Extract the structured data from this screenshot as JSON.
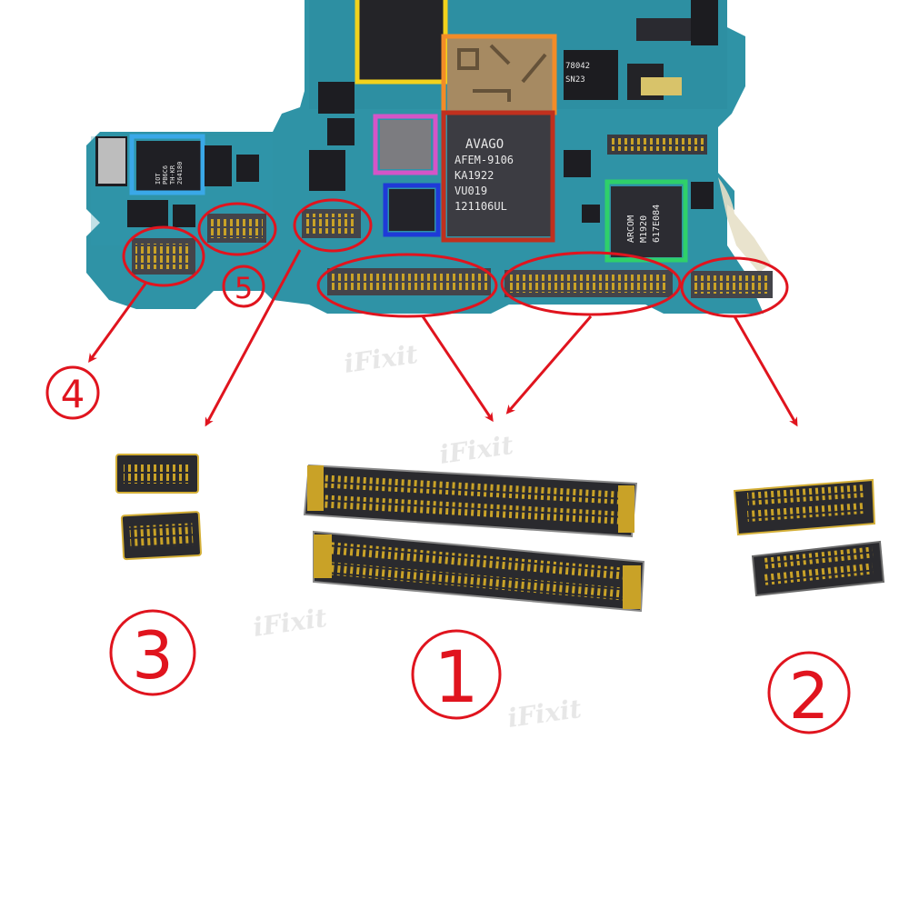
{
  "image": {
    "subject": "smartphone-logic-board-connectors",
    "colors": {
      "board": "#2f93a6",
      "annotation": "#e0141e",
      "gold": "#c9a227",
      "connector_body": "#2a2a2e",
      "box_yellow": "#f2d21c",
      "box_orange": "#f28c28",
      "box_magenta": "#d455c8",
      "box_blue": "#1f3ad8",
      "box_red": "#c0301e",
      "box_green": "#2fd06a",
      "box_cyan": "#3aa8e8"
    }
  },
  "chips": {
    "avago": [
      "AVAGO",
      "AFEM-9106",
      "KA1922",
      "VU019",
      "121106UL"
    ],
    "green": [
      "ARCOM",
      "M1920",
      "617E084"
    ],
    "cyan_pkg": [
      "IOT",
      "PB6C6",
      "TH-KR",
      "264180"
    ],
    "small_marks": [
      "78042",
      "SN23"
    ]
  },
  "labels": {
    "one": "1",
    "two": "2",
    "three": "3",
    "four": "4",
    "five": "5"
  },
  "watermark": {
    "text": "iFixit"
  }
}
